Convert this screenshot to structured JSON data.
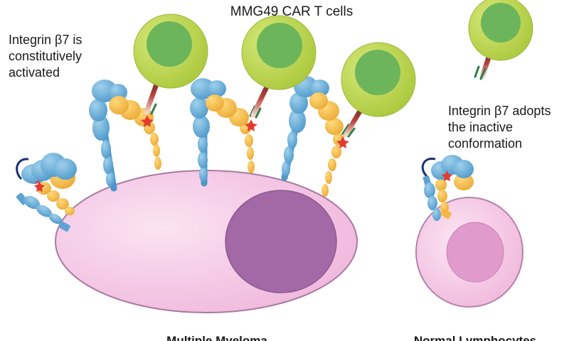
{
  "labels": {
    "car_t_cells": "MMG49 CAR T cells",
    "active_note": [
      "Integrin β7 is",
      "constitutively",
      "activated"
    ],
    "inactive_note": [
      "Integrin β7 adopts",
      "the inactive",
      "conformation"
    ],
    "myeloma": "Multiple Myeloma",
    "lymphocytes": "Normal Lymphocytes"
  },
  "colors": {
    "myeloma_cell": "#f4c3e3",
    "myeloma_nucleus": "#a368a6",
    "lymphocyte_cell": "#f6c8e3",
    "lymphocyte_nucleus": "#e09acb",
    "car_t_outer": "#b8d23f",
    "car_t_nucleus": "#6cb55b",
    "integrin_alpha": "#5aa5d3",
    "integrin_beta": "#f4b844",
    "antibody_marker": "#e53a2e"
  }
}
